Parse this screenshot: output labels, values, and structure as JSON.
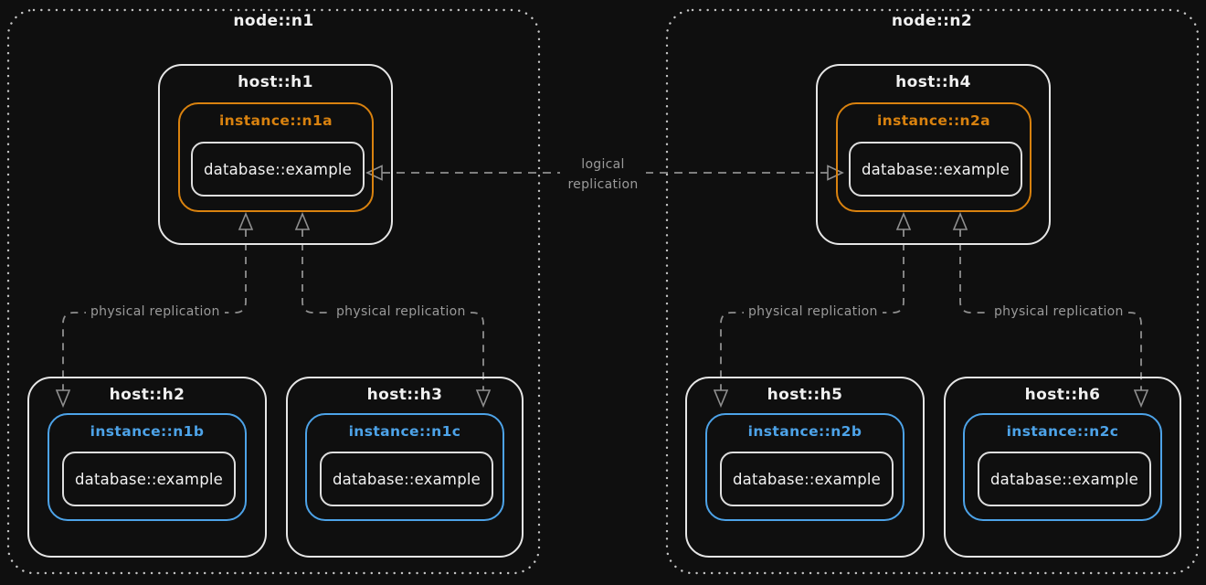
{
  "diagram": {
    "title_hint": "database replication topology",
    "nodes": [
      {
        "id": "n1",
        "title": "node::n1"
      },
      {
        "id": "n2",
        "title": "node::n2"
      }
    ],
    "hosts": [
      {
        "id": "h1",
        "title": "host::h1",
        "instance": "instance::n1a",
        "database": "database::example",
        "role": "primary"
      },
      {
        "id": "h2",
        "title": "host::h2",
        "instance": "instance::n1b",
        "database": "database::example",
        "role": "replica"
      },
      {
        "id": "h3",
        "title": "host::h3",
        "instance": "instance::n1c",
        "database": "database::example",
        "role": "replica"
      },
      {
        "id": "h4",
        "title": "host::h4",
        "instance": "instance::n2a",
        "database": "database::example",
        "role": "primary"
      },
      {
        "id": "h5",
        "title": "host::h5",
        "instance": "instance::n2b",
        "database": "database::example",
        "role": "replica"
      },
      {
        "id": "h6",
        "title": "host::h6",
        "instance": "instance::n2c",
        "database": "database::example",
        "role": "replica"
      }
    ],
    "connections": {
      "logical_label": "logical replication",
      "physical_labels": [
        "physical replication",
        "physical replication",
        "physical replication",
        "physical replication"
      ]
    },
    "colors": {
      "background": "#0f0f0f",
      "primary_instance_accent": "#d9820f",
      "replica_instance_accent": "#4da3e8",
      "box_border": "#e6e6e6",
      "node_dotted_border": "#c4c4c4",
      "arrow": "#8f8f8f",
      "connection_label_text": "#9a9a9a",
      "text": "#f0f0f0"
    }
  }
}
